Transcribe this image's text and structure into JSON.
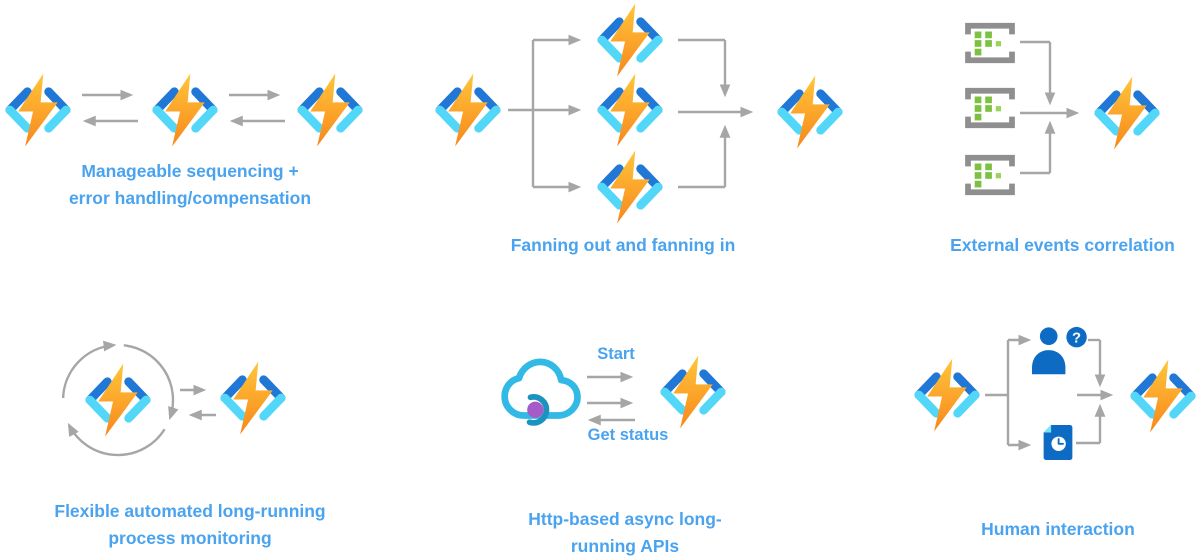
{
  "colors": {
    "caption_blue": "#4AA3EF",
    "line_gray": "#A6A6A6",
    "func_dark_blue": "#2077D6",
    "func_cyan": "#53D7F9",
    "bolt_top": "#FFC63B",
    "bolt_bottom": "#F8871B",
    "queue_gray": "#8F8F8F",
    "queue_green": "#7CC142",
    "queue_green_light": "#9AD45C",
    "cloud_blue": "#32B9E6",
    "cloud_dark": "#1C93BE",
    "dot_purple": "#A55BC8",
    "ms_blue": "#0E6BC4",
    "doc_fold": "#74E6F6"
  },
  "panels": {
    "sequencing": {
      "caption_line1": "Manageable sequencing +",
      "caption_line2": "error handling/compensation"
    },
    "fanning": {
      "caption": "Fanning out and fanning in"
    },
    "external_events": {
      "caption": "External events correlation"
    },
    "monitoring": {
      "caption_line1": "Flexible automated long-running",
      "caption_line2": "process monitoring"
    },
    "async_http": {
      "start_label": "Start",
      "get_status_label": "Get status",
      "caption_line1": "Http-based async long-",
      "caption_line2": "running APIs"
    },
    "human": {
      "question_mark": "?",
      "caption": "Human interaction"
    }
  }
}
